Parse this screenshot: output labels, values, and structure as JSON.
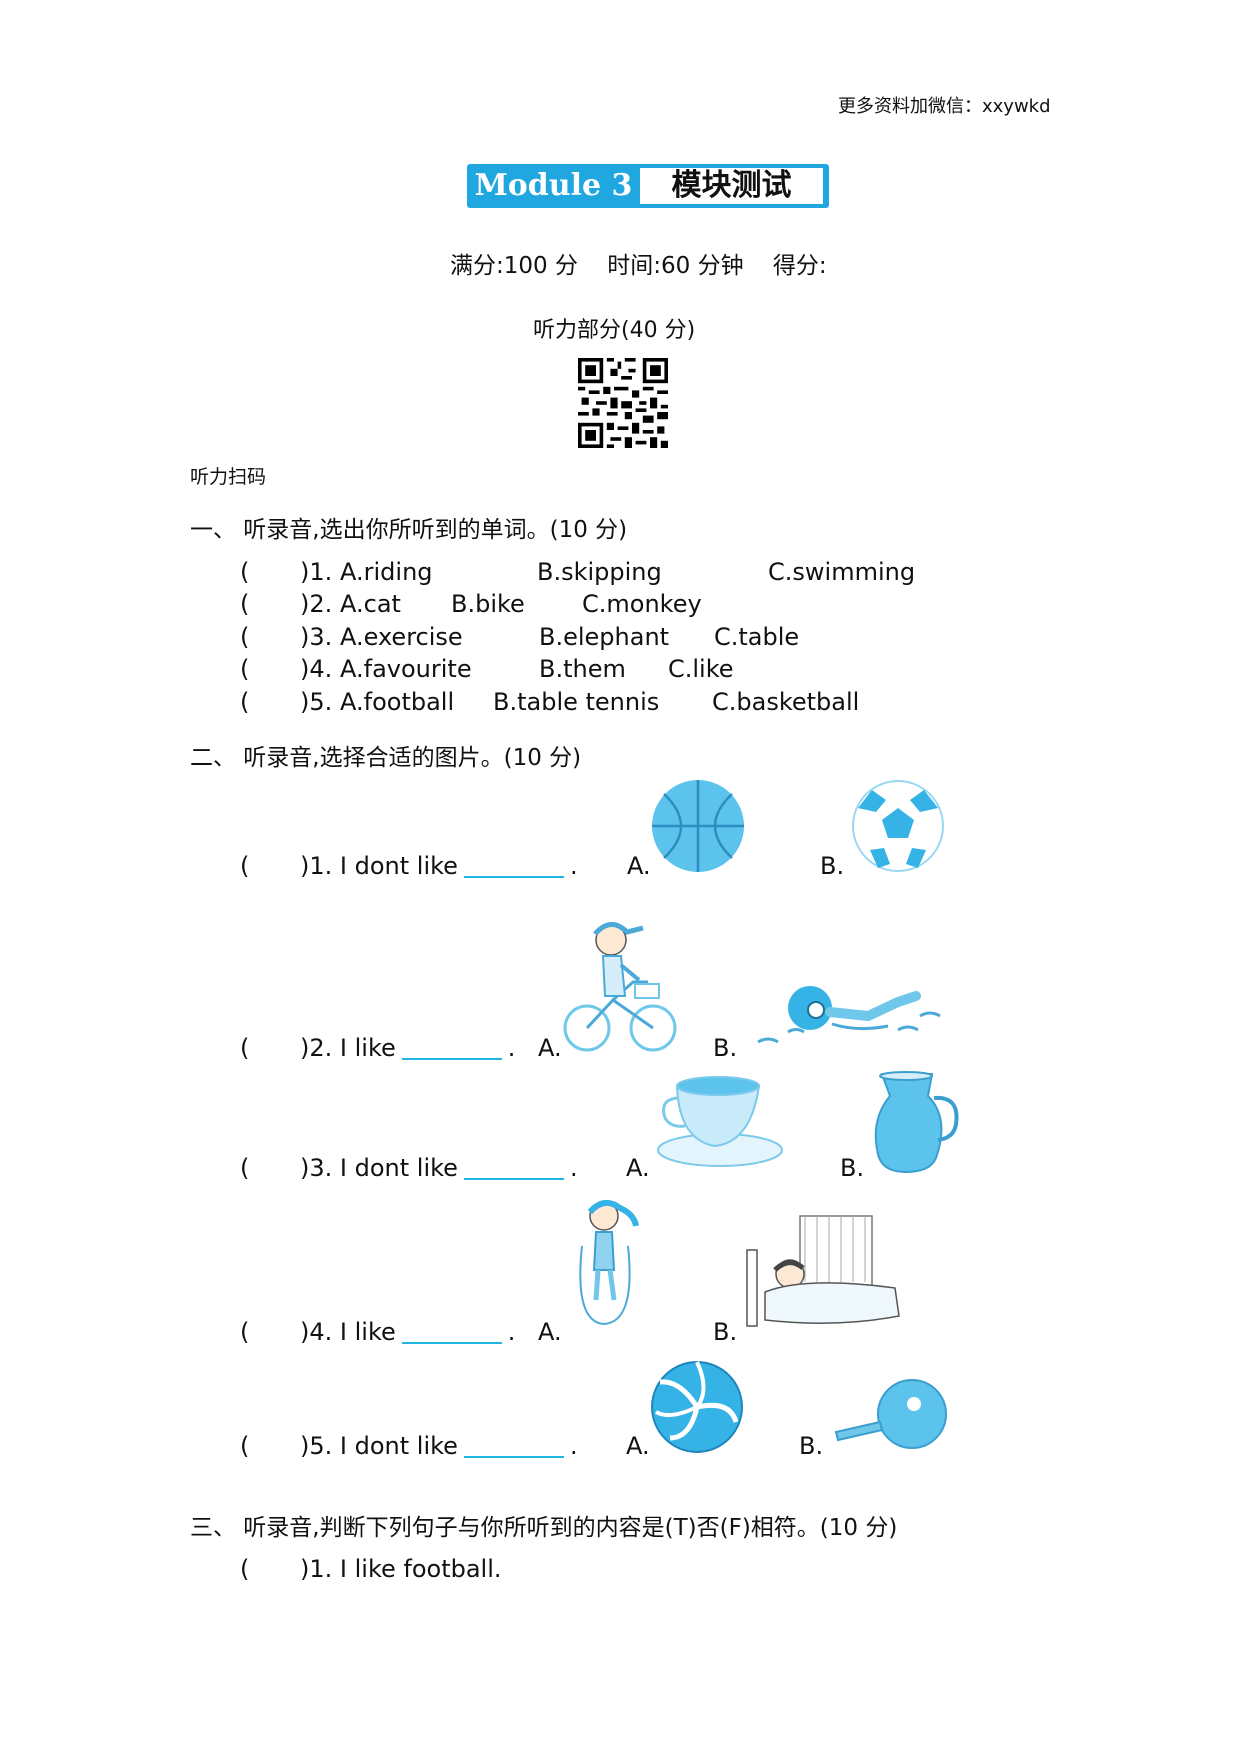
{
  "header_note": "更多资料加微信：xxywkd",
  "title": {
    "module": "Module 3",
    "subtitle": "模块测试"
  },
  "score_line": [
    "满分:100 分",
    "时间:60 分钟",
    "得分:"
  ],
  "listening_header": "听力部分(40 分)",
  "qr_label": "听力扫码",
  "section1": {
    "heading": "一、 听录音,选出你所听到的单词。(10 分)",
    "items": [
      {
        "num": ")1.",
        "a": "A.riding",
        "b": "B.skipping",
        "c": "C.swimming"
      },
      {
        "num": ")2.",
        "a": "A.cat",
        "b": "B.bike",
        "c": "C.monkey"
      },
      {
        "num": ")3.",
        "a": "A.exercise",
        "b": "B.elephant",
        "c": "C.table"
      },
      {
        "num": ")4.",
        "a": "A.favourite",
        "b": "B.them",
        "c": "C.like"
      },
      {
        "num": ")5.",
        "a": "A.football",
        "b": "B.table tennis",
        "c": "C.basketball"
      }
    ]
  },
  "section2": {
    "heading": "二、 听录音,选择合适的图片。(10 分)",
    "items": [
      {
        "num": ")1.",
        "text": "I don\u0001t like",
        "end": ".",
        "a": "A.",
        "b": "B.",
        "pic_a": "basketball-icon",
        "pic_b": "football-icon"
      },
      {
        "num": ")2.",
        "text": "I like",
        "end": ".",
        "a": "A.",
        "b": "B.",
        "pic_a": "boy-riding-bike-icon",
        "pic_b": "person-swimming-icon"
      },
      {
        "num": ")3.",
        "text": "I don\u0001t like",
        "end": ".",
        "a": "A.",
        "b": "B.",
        "pic_a": "tea-cup-icon",
        "pic_b": "water-jug-icon"
      },
      {
        "num": ")4.",
        "text": "I like",
        "end": ".",
        "a": "A.",
        "b": "B.",
        "pic_a": "girl-skipping-icon",
        "pic_b": "boy-sleeping-icon"
      },
      {
        "num": ")5.",
        "text": "I don\u0001t like",
        "end": ".",
        "a": "A.",
        "b": "B.",
        "pic_a": "volleyball-icon",
        "pic_b": "ping-pong-paddle-icon"
      }
    ]
  },
  "section3": {
    "heading": "三、 听录音,判断下列句子与你所听到的内容是(T)否(F)相符。(10 分)",
    "items": [
      {
        "num": ")1.",
        "text": "I like football."
      }
    ]
  },
  "paren": "(",
  "colors": {
    "accent": "#20a7e0",
    "picture_blue": "#5cc3ec",
    "blank_line": "#20b5e0"
  }
}
